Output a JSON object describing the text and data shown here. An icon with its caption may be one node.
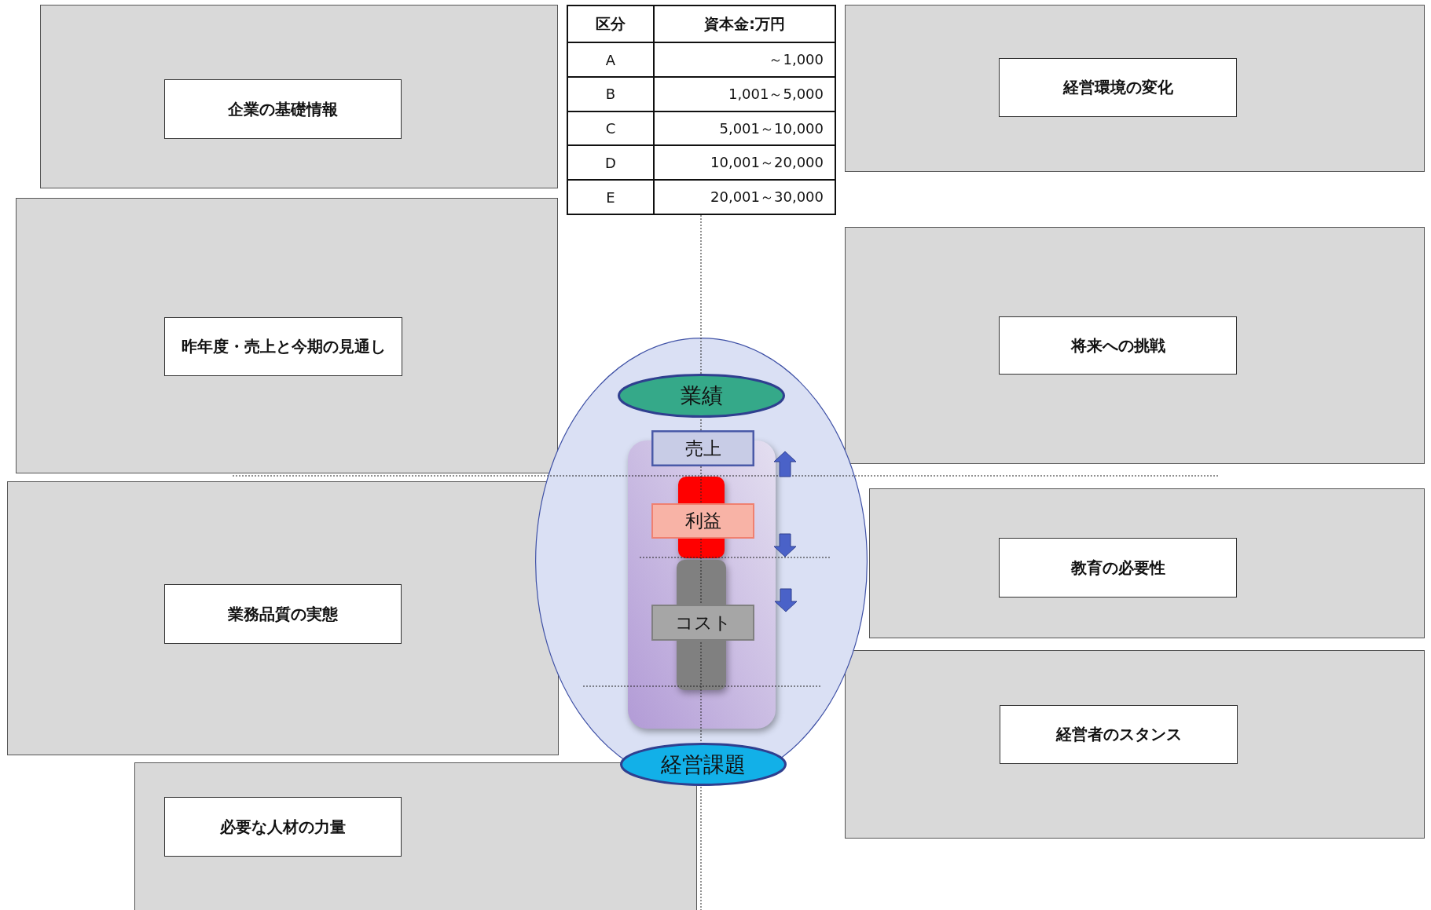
{
  "diagram": {
    "nodes": [
      {
        "text": [],
        "shape": "box"
      },
      {
        "text": [
          "企業の基礎情報"
        ],
        "in": 0
      },
      {
        "text": [],
        "shape": "box"
      },
      {
        "text": [
          "経営環境の変化"
        ],
        "in": 2
      },
      {
        "text": [],
        "shape": "box"
      },
      {
        "text": [
          "昨年度・売上と今期の見通し"
        ],
        "in": 4
      },
      {
        "text": [],
        "shape": "box"
      },
      {
        "text": [
          "将来への挑戦"
        ],
        "in": 6
      },
      {
        "text": [],
        "shape": "ellipse"
      },
      {
        "text": [
          "業績"
        ],
        "in": 8
      },
      {
        "text": [
          "売上"
        ],
        "in": 8
      },
      {
        "text": [],
        "shape": "box",
        "in": 8
      },
      {
        "text": [],
        "shape": "bar",
        "in": 11
      },
      {
        "text": [
          "利益"
        ],
        "in": 11
      },
      {
        "text": [],
        "shape": "bar",
        "in": 11
      },
      {
        "text": [
          "コスト"
        ],
        "in": 11
      },
      {
        "text": [],
        "shape": "box"
      },
      {
        "text": [
          "業務品質の実態"
        ],
        "in": 16
      },
      {
        "text": [],
        "shape": "box"
      },
      {
        "text": [
          "教育の必要性"
        ],
        "in": 18
      },
      {
        "text": [],
        "shape": "box"
      },
      {
        "text": [
          "経営者のスタンス"
        ],
        "in": 20
      },
      {
        "text": [
          "経営課題"
        ],
        "in": 8
      },
      {
        "text": [],
        "shape": "box"
      },
      {
        "text": [
          "必要な人材の力量"
        ],
        "in": 23
      }
    ],
    "labels": [
      "区分",
      "資本金:万円",
      "A",
      "～1,000",
      "B",
      "1,001～5,000",
      "C",
      "5,001～10,000",
      "D",
      "10,001～20,000",
      "E",
      "20,001～30,000"
    ]
  }
}
